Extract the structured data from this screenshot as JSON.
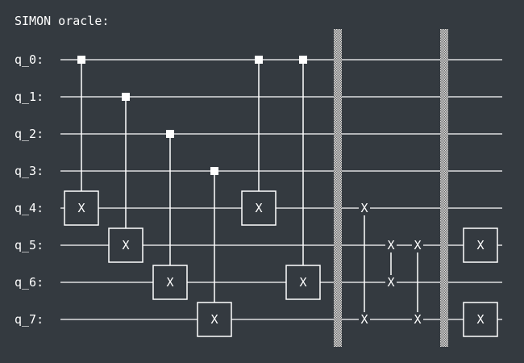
{
  "title": "SIMON oracle:",
  "qubits": [
    "q_0:",
    "q_1:",
    "q_2:",
    "q_3:",
    "q_4:",
    "q_5:",
    "q_6:",
    "q_7:"
  ],
  "colors": {
    "background": "#343a40",
    "wire": "#ffffff",
    "gate_fill": "#343a40",
    "gate_border": "#ffffff",
    "text": "#ffffff",
    "barrier": "#bdbdbd"
  },
  "gate_label": "X",
  "cnots": [
    {
      "control": 0,
      "target": 4
    },
    {
      "control": 1,
      "target": 5
    },
    {
      "control": 2,
      "target": 6
    },
    {
      "control": 3,
      "target": 7
    },
    {
      "control": 0,
      "target": 4
    },
    {
      "control": 0,
      "target": 6
    }
  ],
  "barriers": 2,
  "swaps": [
    {
      "qubits": [
        4,
        7
      ]
    },
    {
      "qubits": [
        5,
        6
      ]
    },
    {
      "qubits": [
        5,
        7
      ]
    }
  ],
  "final_gates": [
    {
      "qubit": 5,
      "label": "X"
    },
    {
      "qubit": 7,
      "label": "X"
    }
  ]
}
